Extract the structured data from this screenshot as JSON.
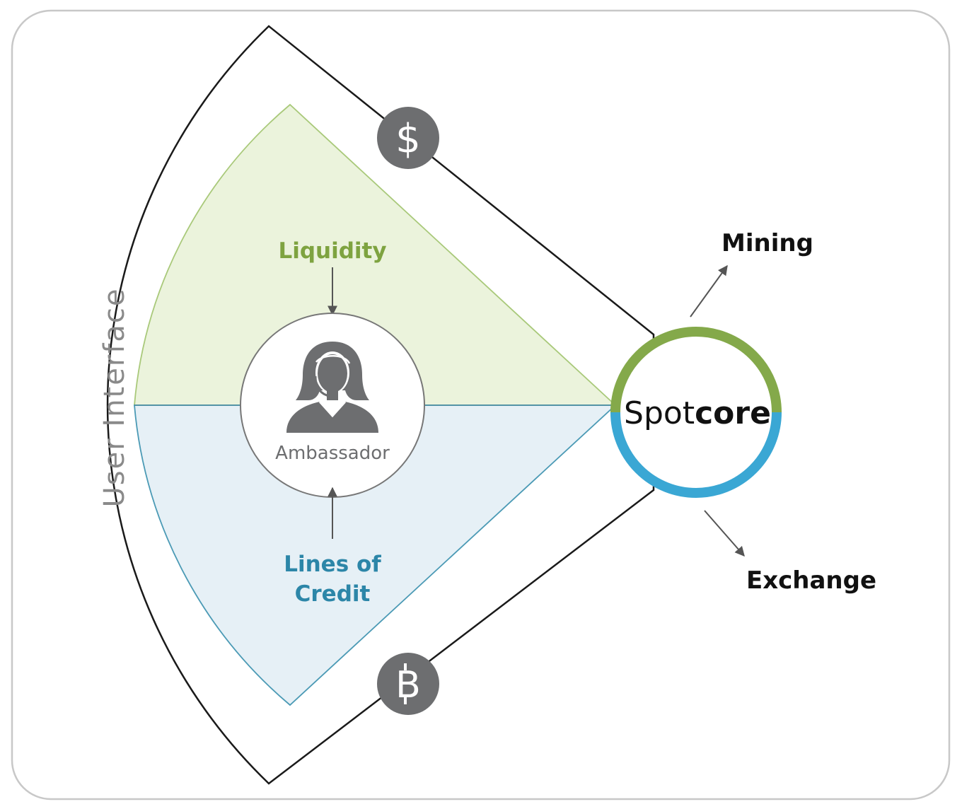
{
  "ui_label": "User Interface",
  "center": {
    "label": "Ambassador",
    "icon": "woman-headset-icon"
  },
  "inputs": {
    "top": {
      "label": "Liquidity"
    },
    "bottom": {
      "line1": "Lines of",
      "line2": "Credit"
    }
  },
  "currency_badges": {
    "top": {
      "symbol": "$",
      "icon": "dollar-icon"
    },
    "bottom": {
      "symbol": "B",
      "icon": "bitcoin-icon"
    }
  },
  "hub": {
    "name_light": "Spot",
    "name_bold": "core"
  },
  "outputs": {
    "top": {
      "label": "Mining"
    },
    "bottom": {
      "label": "Exchange"
    }
  },
  "colors": {
    "frame_border": "#c8c8c8",
    "outline": "#1a1a1a",
    "liquidity_fill": "#ebf3dc",
    "liquidity_stroke": "#a9c97a",
    "liquidity_text": "#7ea340",
    "credit_fill": "#e6f0f6",
    "credit_stroke": "#4b9ab5",
    "credit_text": "#2c86a8",
    "badge": "#6d6e70",
    "icon_gray": "#6d6e70",
    "ring_green": "#84a94a",
    "ring_blue": "#3aa7d4",
    "arrow": "#555555",
    "ui_text": "#8a8a8a",
    "output_text": "#111111"
  }
}
